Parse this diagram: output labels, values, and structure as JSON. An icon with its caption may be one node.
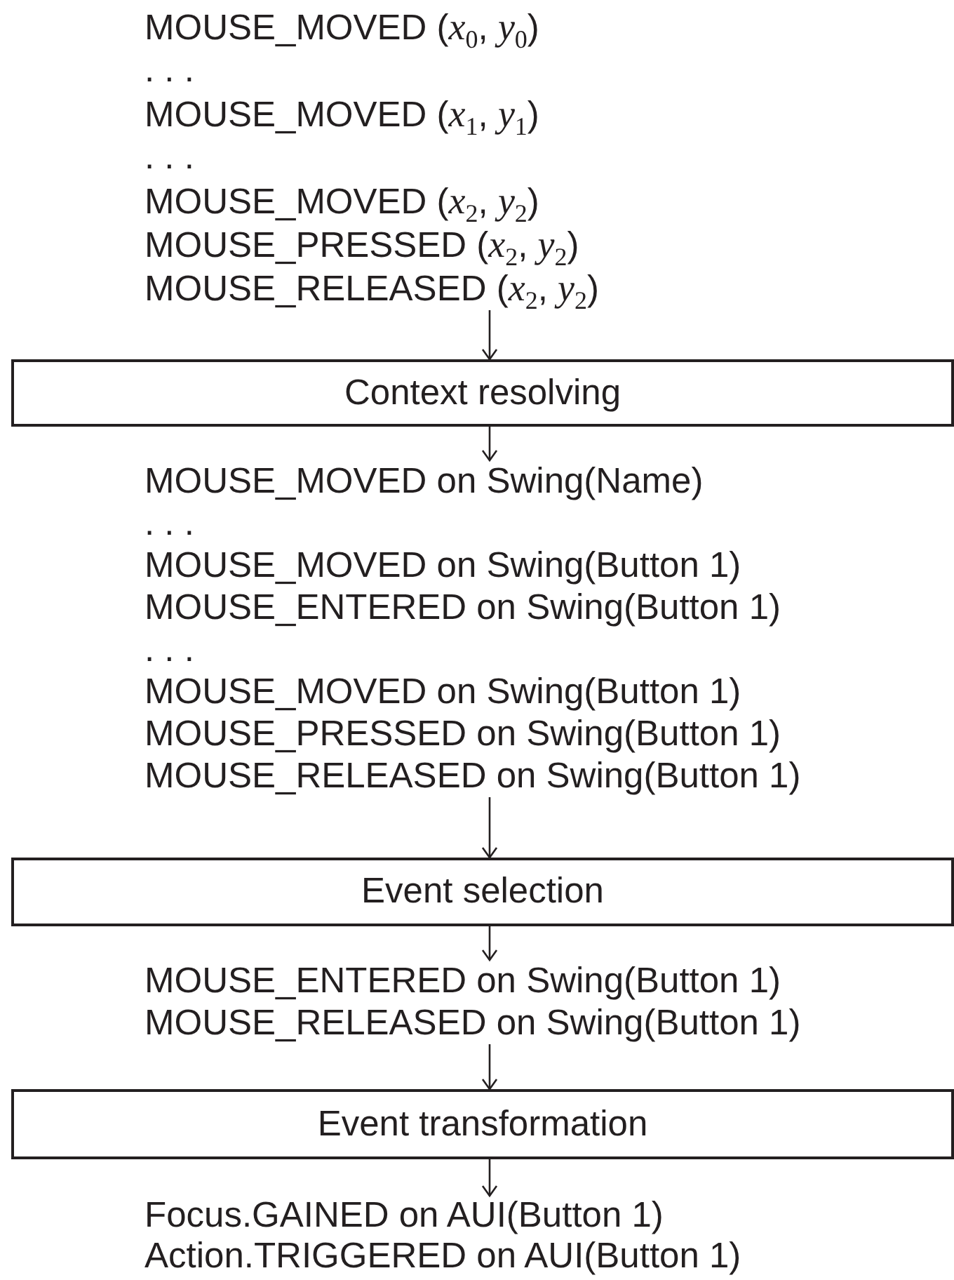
{
  "diagram": {
    "nodes": [
      {
        "text": [
          "MOUSE_MOVED (*x*$_{0}$, *y*$_{0}$)",
          ". . .",
          "MOUSE_MOVED (*x*$_{1}$, *y*$_{1}$)",
          ". . .",
          "MOUSE_MOVED (*x*$_{2}$, *y*$_{2}$)",
          "MOUSE_PRESSED (*x*$_{2}$, *y*$_{2}$)",
          "MOUSE_RELEASED (*x*$_{2}$, *y*$_{2}$)"
        ]
      },
      {
        "text": [
          "Context resolving"
        ]
      },
      {
        "text": [
          "MOUSE_MOVED on Swing(Name)",
          ". . .",
          "MOUSE_MOVED on Swing(Button 1)",
          "MOUSE_ENTERED on Swing(Button 1)",
          ". . .",
          "MOUSE_MOVED on Swing(Button 1)",
          "MOUSE_PRESSED on Swing(Button 1)",
          "MOUSE_RELEASED on Swing(Button 1)"
        ]
      },
      {
        "text": [
          "Event selection"
        ]
      },
      {
        "text": [
          "MOUSE_ENTERED on Swing(Button 1)",
          "MOUSE_RELEASED on Swing(Button 1)"
        ]
      },
      {
        "text": [
          "Event transformation"
        ]
      },
      {
        "text": [
          "Focus.GAINED on AUI(Button 1)",
          "Action.TRIGGERED on AUI(Button 1)"
        ]
      }
    ],
    "edges": [
      {
        "from": 0,
        "to": 1,
        "arrow": "to"
      },
      {
        "from": 1,
        "to": 2,
        "arrow": "to"
      },
      {
        "from": 2,
        "to": 3,
        "arrow": "to"
      },
      {
        "from": 3,
        "to": 4,
        "arrow": "to"
      },
      {
        "from": 4,
        "to": 5,
        "arrow": "to"
      },
      {
        "from": 5,
        "to": 6,
        "arrow": "to"
      }
    ]
  }
}
